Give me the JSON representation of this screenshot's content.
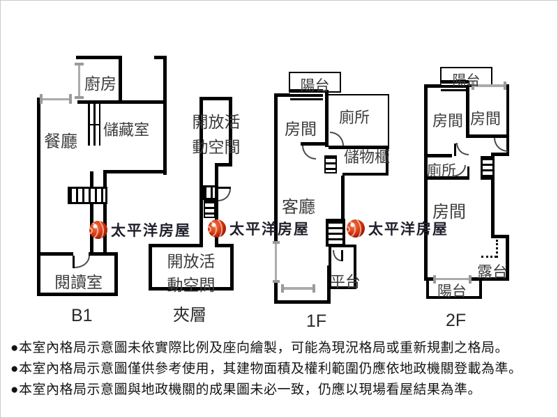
{
  "brand": {
    "name": "太平洋房屋",
    "logo_color": "#c52a08",
    "text_color": "#20202c"
  },
  "colors": {
    "wall": "#000000",
    "window": "#ababab",
    "room_text": "#3c3c3c",
    "background": "#ffffff"
  },
  "plans": {
    "b1": {
      "label": "B1",
      "rooms": {
        "kitchen": "廚房",
        "dining": "餐廳",
        "storage": "儲藏室",
        "reading": "閱讀室"
      }
    },
    "mezzanine": {
      "label": "夾層",
      "rooms": {
        "open_upper_line1": "開放活",
        "open_upper_line2": "動空間",
        "open_lower_line1": "開放活",
        "open_lower_line2": "動空間"
      }
    },
    "f1": {
      "label": "1F",
      "rooms": {
        "balcony": "陽台",
        "bedroom": "房間",
        "toilet": "廁所",
        "cabinet": "儲物櫃",
        "living": "客廳",
        "platform": "平台"
      }
    },
    "f2": {
      "label": "2F",
      "rooms": {
        "balcony_top": "陽台",
        "bedroom_left": "房間",
        "bedroom_right": "房間",
        "toilet": "廁所",
        "bedroom_main": "房間",
        "terrace": "露台",
        "balcony_bottom": "陽台"
      }
    }
  },
  "disclaimers": {
    "line1": "●本室內格局示意圖未依實際比例及座向繪製，可能為現況格局或重新規劃之格局。",
    "line2": "●本室內格局示意圖僅供參考使用，其建物面積及權利範圍仍應依地政機關登載為準。",
    "line3": "●本室內格局示意圖與地政機關的成果圖未必一致，仍應以現場看屋結果為準。"
  }
}
